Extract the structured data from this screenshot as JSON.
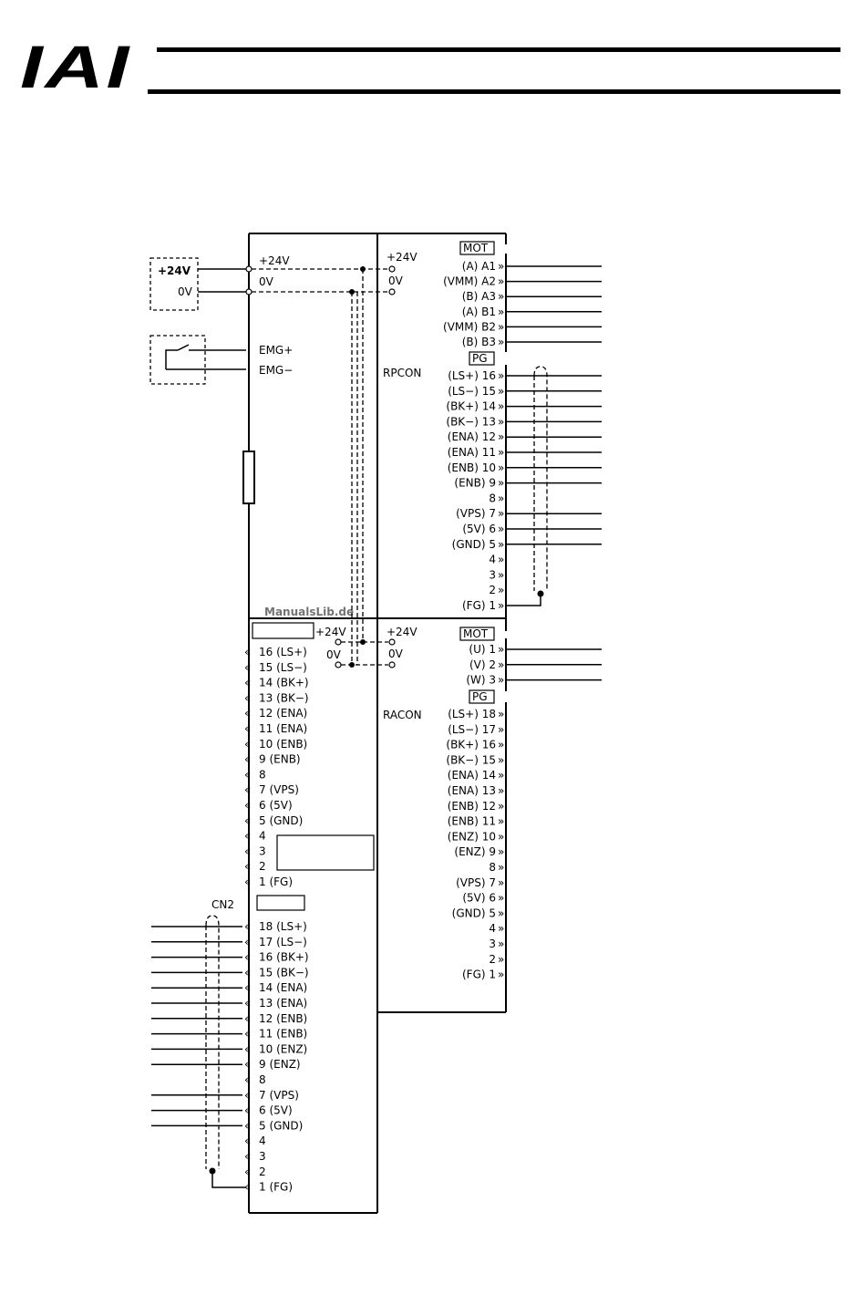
{
  "header": {
    "logo": "IAI"
  },
  "watermark": "ManualsLib.de",
  "power": {
    "supply_plus": "+24V",
    "supply_zero": "0V"
  },
  "emg": {
    "plus": "EMG+",
    "minus": "EMG−"
  },
  "upper_controller": {
    "terminal_plus": "+24V",
    "terminal_zero": "0V",
    "inner_plus": "+24V",
    "inner_zero": "0V",
    "name": "RPCON",
    "mot_label": "MOT",
    "mot_pins": [
      "(A) A1",
      "(VMM) A2",
      "(B) A3",
      "(A) B1",
      "(VMM) B2",
      "(B) B3"
    ],
    "pg_label": "PG",
    "pg_pins": [
      "(LS+) 16",
      "(LS−) 15",
      "(BK+) 14",
      "(BK−) 13",
      "(ENA) 12",
      "(ENA) 11",
      "(ENB) 10",
      "(ENB) 9",
      "8",
      "(VPS) 7",
      "(5V) 6",
      "(GND) 5",
      "4",
      "3",
      "2",
      "(FG) 1"
    ],
    "mot_wired": [
      1,
      1,
      1,
      1,
      1,
      1
    ],
    "pg_wired": [
      1,
      1,
      1,
      1,
      1,
      1,
      1,
      1,
      0,
      1,
      1,
      1,
      0,
      0,
      0,
      0
    ]
  },
  "lower_controller": {
    "terminal_plus": "+24V",
    "terminal_zero": "0V",
    "inner_plus": "+24V",
    "inner_zero": "0V",
    "name": "RACON",
    "mot_label": "MOT",
    "mot_pins": [
      "(U) 1",
      "(V) 2",
      "(W) 3"
    ],
    "pg_label": "PG",
    "pg_pins": [
      "(LS+) 18",
      "(LS−) 17",
      "(BK+) 16",
      "(BK−) 15",
      "(ENA) 14",
      "(ENA) 13",
      "(ENB) 12",
      "(ENB) 11",
      "(ENZ) 10",
      "(ENZ) 9",
      "8",
      "(VPS) 7",
      "(5V) 6",
      "(GND) 5",
      "4",
      "3",
      "2",
      "(FG) 1"
    ],
    "mot_wired": [
      1,
      1,
      1
    ]
  },
  "left_pg": {
    "pins": [
      "16 (LS+)",
      "15 (LS−)",
      "14 (BK+)",
      "13 (BK−)",
      "12 (ENA)",
      "11 (ENA)",
      "10 (ENB)",
      "9 (ENB)",
      "8",
      "7 (VPS)",
      "6 (5V)",
      "5 (GND)",
      "4",
      "3",
      "2",
      "1 (FG)"
    ]
  },
  "cn2": {
    "label": "CN2",
    "pins": [
      "18 (LS+)",
      "17 (LS−)",
      "16 (BK+)",
      "15 (BK−)",
      "14 (ENA)",
      "13 (ENA)",
      "12 (ENB)",
      "11 (ENB)",
      "10 (ENZ)",
      "9 (ENZ)",
      "8",
      "7 (VPS)",
      "6 (5V)",
      "5 (GND)",
      "4",
      "3",
      "2",
      "1 (FG)"
    ],
    "wired": [
      1,
      1,
      1,
      1,
      1,
      1,
      1,
      1,
      1,
      1,
      0,
      1,
      1,
      1,
      0,
      0,
      0,
      0
    ]
  }
}
